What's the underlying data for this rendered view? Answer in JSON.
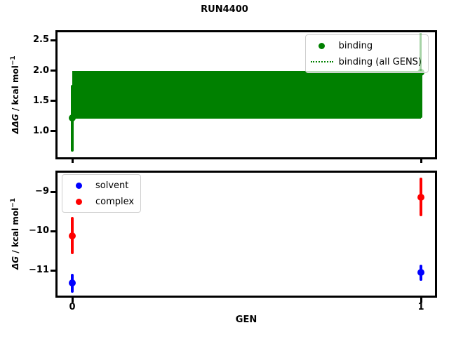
{
  "title": "RUN4400",
  "colors": {
    "binding": "#008000",
    "binding_band": "#008000",
    "binding_faint_errorbar": "rgba(0,128,0,0.35)",
    "solvent": "#0000ff",
    "complex": "#ff0000",
    "axes_frame": "#000000",
    "legend_edge": "#cfcfcf"
  },
  "top_plot": {
    "ylabel": {
      "math": "ΔΔG",
      "rest": " / kcal mol",
      "sup": "−1"
    },
    "yticks": [
      "2.5",
      "2.0",
      "1.5",
      "1.0"
    ],
    "legend": [
      {
        "label": "binding",
        "marker": "dot"
      },
      {
        "label": "binding (all GENS)",
        "marker": "dotted-line"
      }
    ]
  },
  "bottom_plot": {
    "ylabel": {
      "math": "ΔG",
      "rest": " / kcal mol",
      "sup": "−1"
    },
    "yticks": [
      "−9",
      "−10",
      "−11"
    ],
    "xticks": [
      "0",
      "1"
    ],
    "xlabel": "GEN",
    "legend": [
      {
        "label": "solvent",
        "marker": "dot"
      },
      {
        "label": "complex",
        "marker": "dot"
      }
    ]
  },
  "chart_data": [
    {
      "type": "scatter",
      "title": "RUN4400",
      "ylabel": "ΔΔG / kcal mol⁻¹",
      "xlabel": "",
      "ylim": [
        0.55,
        2.65
      ],
      "yticks": [
        1.0,
        1.5,
        2.0,
        2.5
      ],
      "xticks": [
        0,
        1
      ],
      "grid": false,
      "legend_position": "upper right",
      "series": [
        {
          "name": "binding",
          "style": "errorbar-points",
          "color": "#008000",
          "x": [
            0,
            1
          ],
          "y": [
            1.21,
            1.97
          ],
          "yerr": [
            0.55,
            0.6
          ]
        },
        {
          "name": "binding (all GENS)",
          "style": "dotted-line-with-band",
          "color": "#008000",
          "x": [
            0,
            1
          ],
          "mean": 1.6,
          "band_low": 1.2,
          "band_high": 2.0
        }
      ]
    },
    {
      "type": "scatter",
      "title": "",
      "ylabel": "ΔG / kcal mol⁻¹",
      "xlabel": "GEN",
      "ylim": [
        -11.68,
        -8.55
      ],
      "yticks": [
        -11,
        -10,
        -9
      ],
      "xticks": [
        0,
        1
      ],
      "grid": false,
      "legend_position": "upper left",
      "series": [
        {
          "name": "solvent",
          "style": "errorbar-points",
          "color": "#0000ff",
          "x": [
            0,
            1
          ],
          "y": [
            -11.32,
            -11.05
          ],
          "yerr": [
            0.24,
            0.2
          ]
        },
        {
          "name": "complex",
          "style": "errorbar-points",
          "color": "#ff0000",
          "x": [
            0,
            1
          ],
          "y": [
            -10.12,
            -9.14
          ],
          "yerr": [
            0.48,
            0.49
          ]
        }
      ]
    }
  ]
}
